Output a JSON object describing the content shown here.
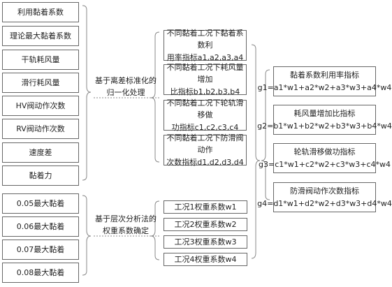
{
  "inputs_top": [
    "利用黏着系数",
    "理论最大黏着系数",
    "干轨耗风量",
    "滑行耗风量",
    "HV阀动作次数",
    "RV阀动作次数",
    "速度差",
    "黏着力"
  ],
  "inputs_bottom": [
    "0.05最大黏着",
    "0.06最大黏着",
    "0.07最大黏着",
    "0.08最大黏着"
  ],
  "process_top": "基于离差标准化的\n归一化处理",
  "process_bottom": "基于层次分析法的\n权重系数确定",
  "indicators": [
    "不同黏着工况下黏着系数利\n用率指标a1,a2,a3,a4",
    "不同黏着工况下耗风量增加\n比指标b1,b2,b3,b4",
    "不同黏着工况下轮轨滑移做\n功指标c1,c2,c3,c4",
    "不同黏着工况下防滑阀动作\n次数指标d1,d2,d3,d4"
  ],
  "weights": [
    "工况1权重系数w1",
    "工况2权重系数w2",
    "工况3权重系数w3",
    "工况4权重系数w4"
  ],
  "outputs": [
    {
      "name": "黏着系数利用率指标",
      "formula": "g1=a1*w1+a2*w2+a3*w3+a4*w4"
    },
    {
      "name": "耗风量增加比指标",
      "formula": "g2=b1*w1+b2*w2+b3*w3+b4*w4"
    },
    {
      "name": "轮轨滑移做功指标",
      "formula": "g3=c1*w1+c2*w2+c3*w3+c4*w4"
    },
    {
      "name": "防滑阀动作次数指标",
      "formula": "g4=d1*w1+d2*w2+d3*w3+d4*w4"
    }
  ]
}
